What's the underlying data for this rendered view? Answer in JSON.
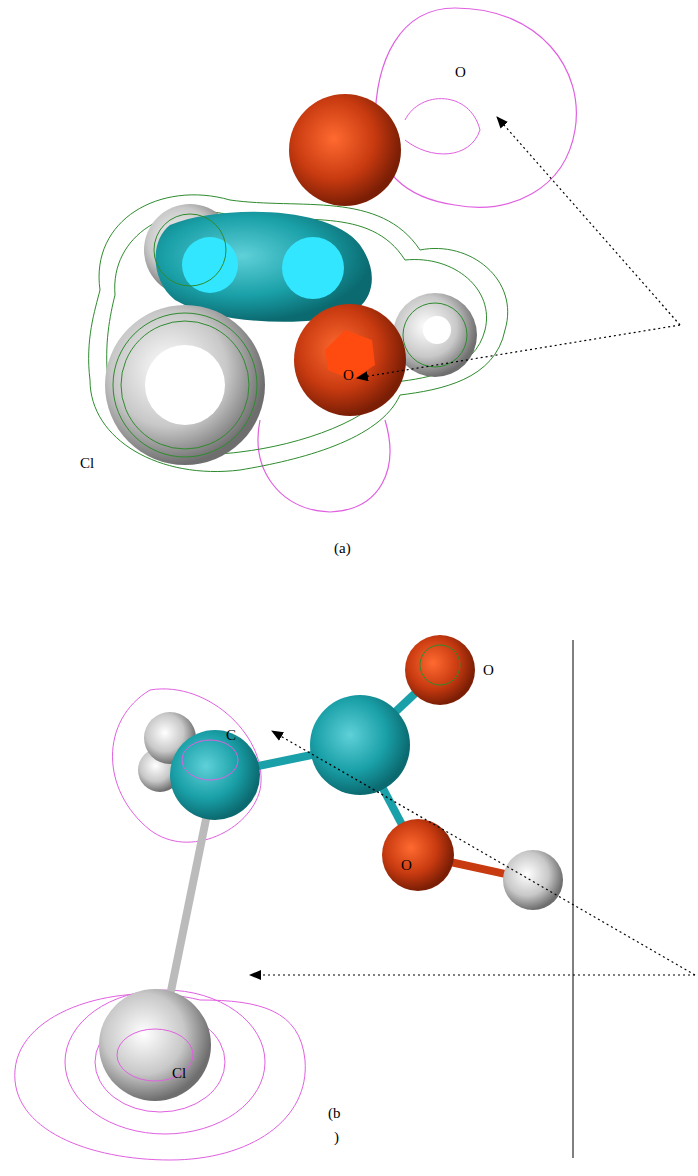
{
  "diagram": {
    "labels": [
      "O",
      "Cl",
      "O",
      "(a)",
      "O",
      "C",
      "O",
      "Cl",
      "(b",
      ")"
    ]
  }
}
